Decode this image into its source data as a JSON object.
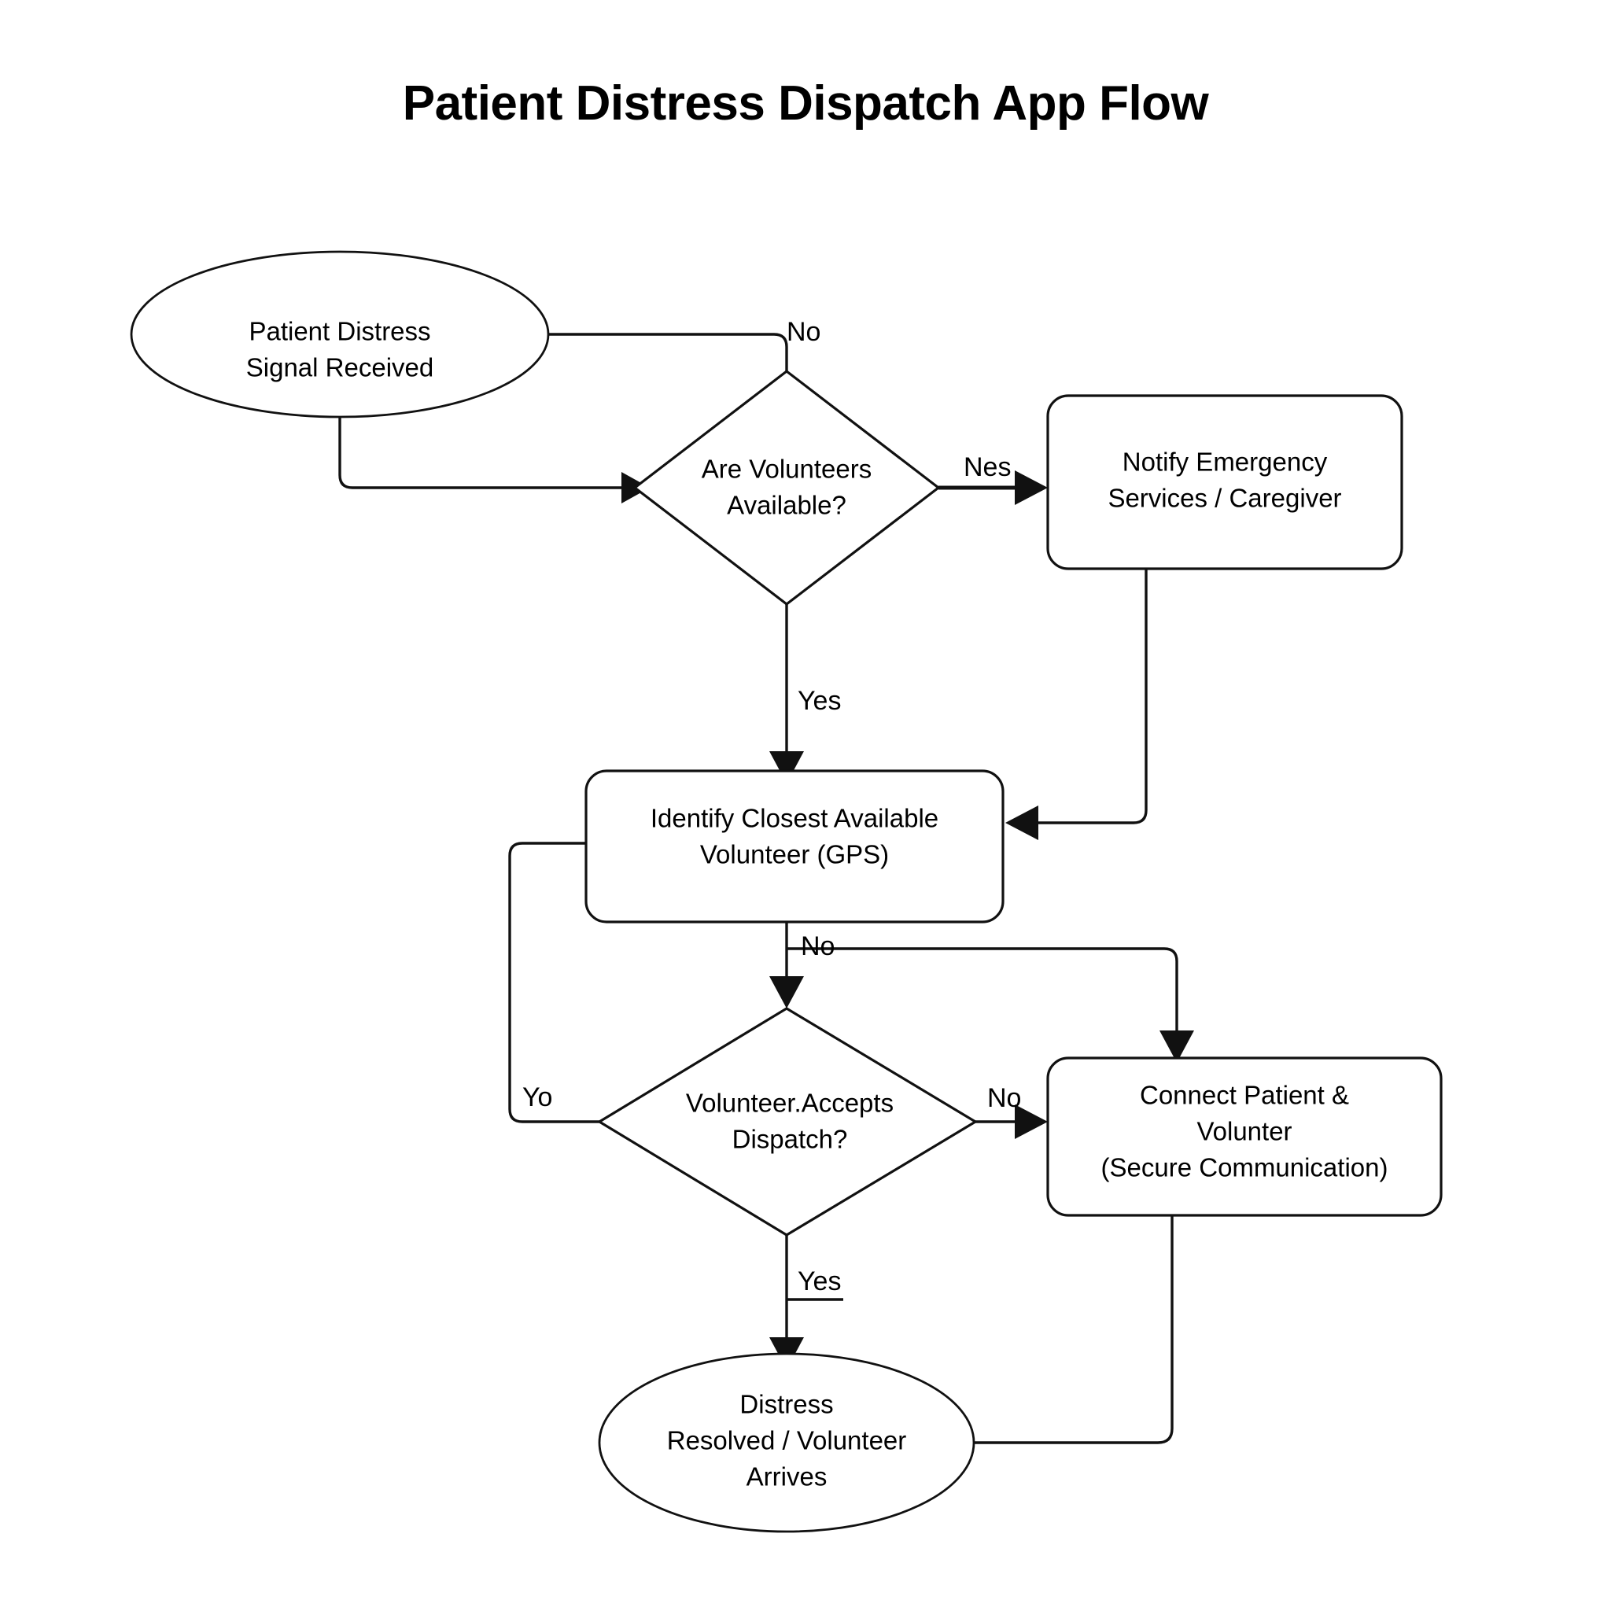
{
  "title": "Patient Distress Dispatch App Flow",
  "theme": {
    "background": "#ffffff",
    "stroke": "#111111",
    "text": "#000000",
    "shape_fill": "#ffffff"
  },
  "diagram": {
    "type": "flowchart",
    "orientation": "top-to-bottom",
    "nodes": [
      {
        "id": "start",
        "shape": "ellipse",
        "lines": [
          "Patient Distress",
          "Signal Received"
        ],
        "line1": "Patient Distress",
        "line2": "Signal Received"
      },
      {
        "id": "volunteers_available",
        "shape": "diamond",
        "lines": [
          "Are Volunteers",
          "Available?"
        ],
        "line1": "Are Volunteers",
        "line2": "Available?"
      },
      {
        "id": "notify_emergency",
        "shape": "rounded-rect",
        "lines": [
          "Notify Emergency",
          "Services / Caregiver"
        ],
        "line1": "Notify Emergency",
        "line2": "Services / Caregiver"
      },
      {
        "id": "identify_volunteer",
        "shape": "rounded-rect",
        "lines": [
          "Identify Closest Available",
          "Volunteer (GPS)"
        ],
        "line1": "Identify Closest Available",
        "line2": "Volunteer (GPS)"
      },
      {
        "id": "accepts_dispatch",
        "shape": "diamond",
        "lines": [
          "Volunteer.Accepts",
          "Dispatch?"
        ],
        "line1": "Volunteer.Accepts",
        "line2": "Dispatch?"
      },
      {
        "id": "connect_patient",
        "shape": "rounded-rect",
        "lines": [
          "Connect Patient &",
          "Volunter",
          "(Secure Communication)"
        ],
        "line1": "Connect Patient &",
        "line2": "Volunter",
        "line3": "(Secure Communication)"
      },
      {
        "id": "resolved",
        "shape": "ellipse",
        "lines": [
          "Distress",
          "Resolved / Volunteer",
          "Arrives"
        ],
        "line1": "Distress",
        "line2": "Resolved / Volunteer",
        "line3": "Arrives"
      }
    ],
    "edges": [
      {
        "id": "e1",
        "from": "start",
        "to": "volunteers_available",
        "label": "No"
      },
      {
        "id": "e2",
        "from": "volunteers_available",
        "to": "notify_emergency",
        "label": "Nes"
      },
      {
        "id": "e3",
        "from": "volunteers_available",
        "to": "identify_volunteer",
        "label": "Yes"
      },
      {
        "id": "e4",
        "from": "notify_emergency",
        "to": "identify_volunteer",
        "label": ""
      },
      {
        "id": "e5",
        "from": "identify_volunteer",
        "to": "accepts_dispatch",
        "label": "No"
      },
      {
        "id": "e6",
        "from": "identify_volunteer",
        "to": "connect_patient",
        "label": ""
      },
      {
        "id": "e7",
        "from": "accepts_dispatch",
        "to": "identify_volunteer",
        "label": "Yo"
      },
      {
        "id": "e8",
        "from": "accepts_dispatch",
        "to": "connect_patient",
        "label": "No"
      },
      {
        "id": "e9",
        "from": "accepts_dispatch",
        "to": "resolved",
        "label": "Yes"
      },
      {
        "id": "e10",
        "from": "resolved",
        "to": "connect_patient",
        "label": ""
      }
    ]
  }
}
